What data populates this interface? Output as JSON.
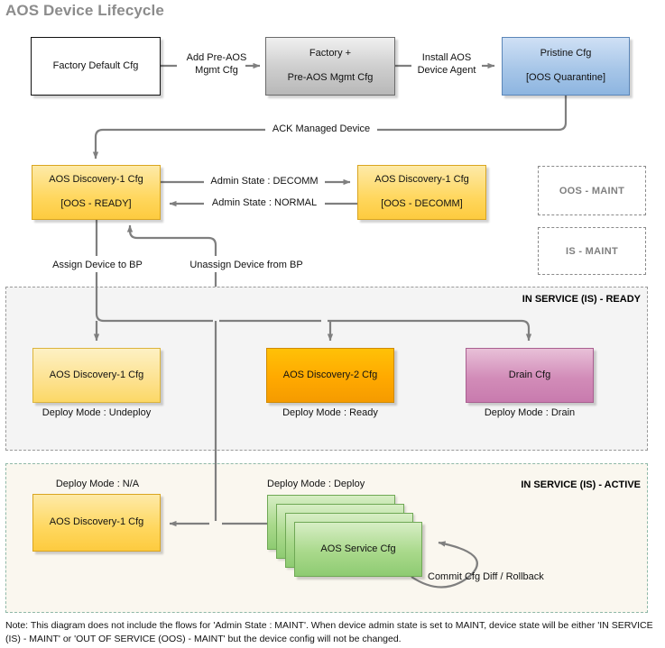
{
  "page": {
    "title": "AOS Device Lifecycle"
  },
  "nodes": {
    "factory_default": {
      "label": "Factory Default Cfg"
    },
    "factory_pre_aos": {
      "line1": "Factory +",
      "line2": "Pre-AOS Mgmt Cfg"
    },
    "pristine": {
      "line1": "Pristine Cfg",
      "line2": "[OOS Quarantine]"
    },
    "oos_ready": {
      "line1": "AOS Discovery-1 Cfg",
      "line2": "[OOS - READY]"
    },
    "oos_decomm": {
      "line1": "AOS Discovery-1 Cfg",
      "line2": "[OOS - DECOMM]"
    },
    "oos_maint": {
      "label": "OOS - MAINT"
    },
    "is_maint": {
      "label": "IS - MAINT"
    },
    "ready_undeploy": {
      "label": "AOS Discovery-1 Cfg",
      "caption": "Deploy Mode : Undeploy"
    },
    "ready_ready": {
      "label": "AOS Discovery-2 Cfg",
      "caption": "Deploy Mode : Ready"
    },
    "ready_drain": {
      "label": "Drain Cfg",
      "caption": "Deploy Mode : Drain"
    },
    "active_na": {
      "label": "AOS Discovery-1 Cfg",
      "caption": "Deploy Mode : N/A"
    },
    "active_service": {
      "label": "AOS Service Cfg",
      "caption": "Deploy Mode : Deploy"
    }
  },
  "regions": {
    "is_ready": {
      "label": "IN SERVICE (IS) - READY"
    },
    "is_active": {
      "label": "IN SERVICE (IS) - ACTIVE"
    }
  },
  "edges": {
    "add_pre_aos": {
      "line1": "Add Pre-AOS",
      "line2": "Mgmt Cfg"
    },
    "install_agent": {
      "line1": "Install AOS",
      "line2": "Device Agent"
    },
    "ack_managed": {
      "label": "ACK Managed Device"
    },
    "admin_decomm": {
      "label": "Admin State : DECOMM"
    },
    "admin_normal": {
      "label": "Admin State : NORMAL"
    },
    "assign_bp": {
      "label": "Assign Device to BP"
    },
    "unassign_bp": {
      "label": "Unassign Device from BP"
    },
    "commit_rollback": {
      "label": "Commit Cfg Diff / Rollback"
    }
  },
  "footer": {
    "note": "Note: This diagram does not include the flows for 'Admin State : MAINT'. When device admin state is set to MAINT, device state will be either 'IN SERVICE (IS) - MAINT' or 'OUT OF SERVICE (OOS) - MAINT' but the device config will not be changed."
  },
  "colors": {
    "title": "#8c8c8c",
    "wire": "#7f7f7f",
    "yellow": "#ffd75e",
    "orange": "#ffa900",
    "pink": "#d28cb8",
    "green": "#a9d98b",
    "blue": "#a7c6e8",
    "grey": "#cfcfcf"
  }
}
